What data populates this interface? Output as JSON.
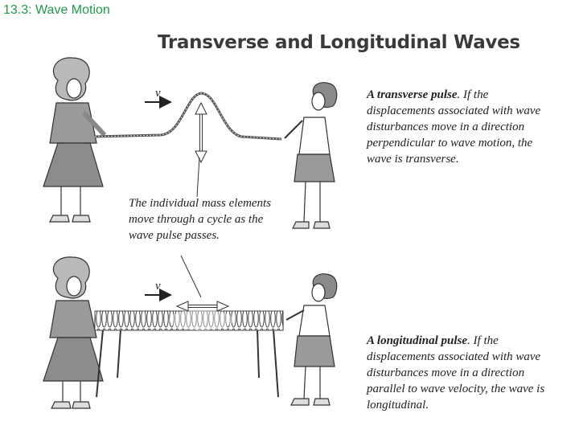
{
  "slide": {
    "title": "13.3: Wave Motion"
  },
  "figure": {
    "title": "Transverse and Longitudinal Waves",
    "velocity_label_top": "v",
    "velocity_label_bottom": "v",
    "transverse_caption": {
      "head": "A transverse pulse",
      "body": ". If the displacements associated with wave disturbances move in a direction perpendicular to wave motion, the wave is transverse."
    },
    "mass_caption": "The individual mass elements move through a cycle as the wave pulse passes.",
    "longitudinal_caption": {
      "head": "A longitudinal pulse",
      "body": ". If the displacements associated with wave disturbances move in a direction parallel to wave velocity, the wave is longitudinal."
    }
  }
}
